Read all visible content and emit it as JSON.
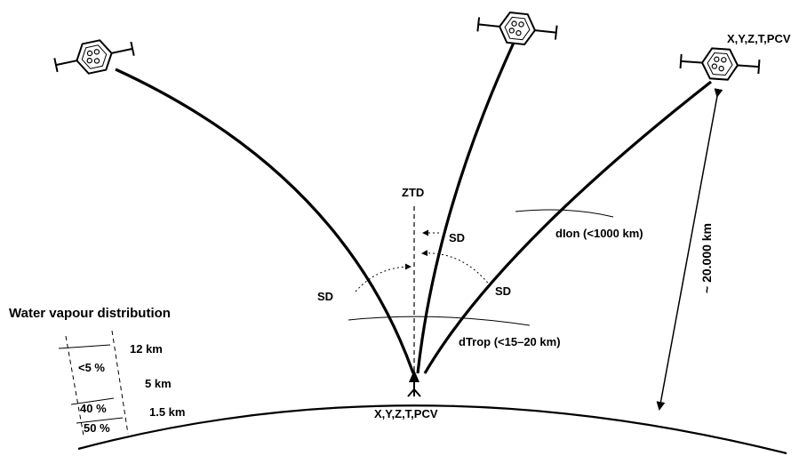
{
  "labels": {
    "sat_coords": "X,Y,Z,T,PCV",
    "station_coords": "X,Y,Z,T,PCV",
    "ztd": "ZTD",
    "sd_left": "SD",
    "sd_middle": "SD",
    "sd_right": "SD",
    "dion": "dIon (<1000 km)",
    "dtrop": "dTrop (<15–20 km)",
    "distance": "~ 20.000 km"
  },
  "water_vapour": {
    "title": "Water vapour distribution",
    "heights": [
      "12 km",
      "5 km",
      "1.5 km"
    ],
    "percentages": [
      "<5 %",
      "40 %",
      "50 %"
    ]
  },
  "icons": [
    "satellite-icon",
    "receiver-antenna-icon"
  ]
}
